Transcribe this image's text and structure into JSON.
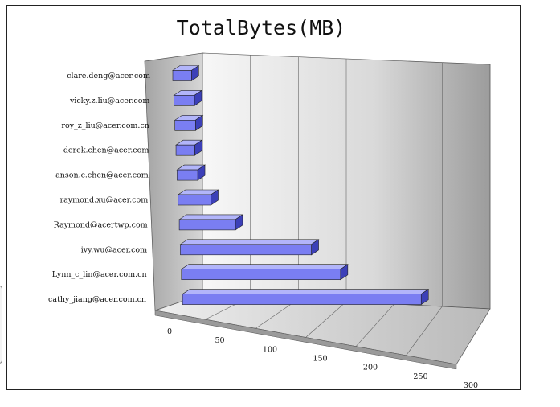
{
  "chart_data": {
    "type": "bar",
    "orientation": "horizontal",
    "style": "3d",
    "title": "TotalBytes(MB)",
    "categories": [
      "clare.deng@acer.com",
      "vicky.z.liu@acer.com",
      "roy_z_liu@acer.com.cn",
      "derek.chen@acer.com",
      "anson.c.chen@acer.com",
      "raymond.xu@acer.com",
      "Raymond@acertwp.com",
      "ivy.wu@acer.com",
      "Lynn_c_lin@acer.com.cn",
      "cathy_jiang@acer.com.cn"
    ],
    "values": [
      20,
      22,
      22,
      20,
      22,
      35,
      60,
      140,
      170,
      255
    ],
    "xlim": [
      0,
      300
    ],
    "xticks": [
      "0",
      "50",
      "100",
      "150",
      "200",
      "250",
      "300"
    ],
    "grid": true,
    "legend": "none",
    "bar_color": "#7a7ef2"
  }
}
